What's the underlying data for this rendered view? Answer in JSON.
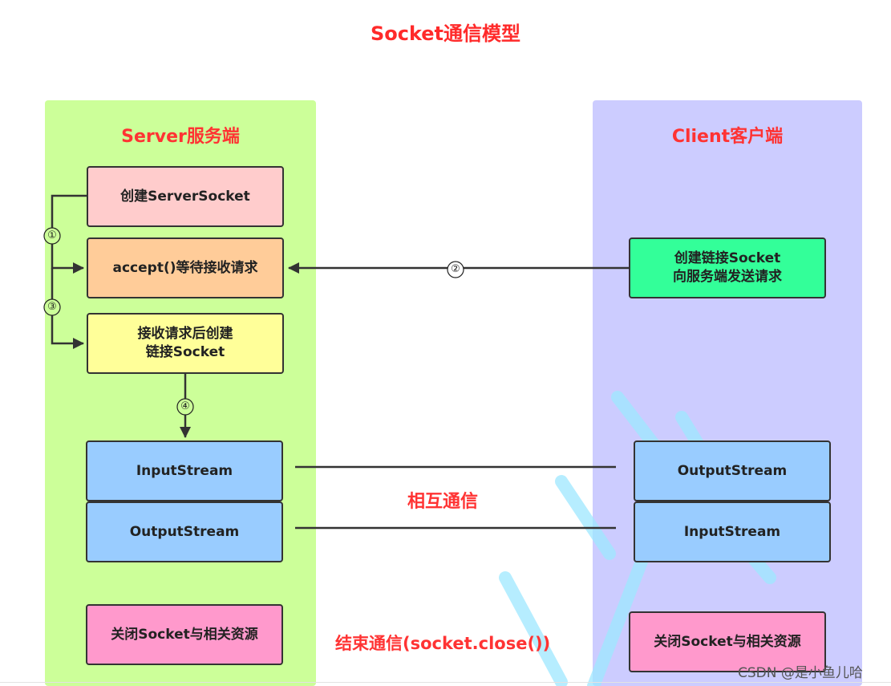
{
  "title": "Socket通信模型",
  "server": {
    "title": "Server服务端",
    "create_server_socket": "创建ServerSocket",
    "accept": "accept()等待接收请求",
    "create_link_socket": "接收请求后创建\n链接Socket",
    "input_stream": "InputStream",
    "output_stream": "OutputStream",
    "close": "关闭Socket与相关资源"
  },
  "client": {
    "title": "Client客户端",
    "create_link_socket": "创建链接Socket\n向服务端发送请求",
    "output_stream": "OutputStream",
    "input_stream": "InputStream",
    "close": "关闭Socket与相关资源"
  },
  "steps": {
    "step1": "①",
    "step2": "②",
    "step3": "③",
    "step4": "④"
  },
  "communication_label": "相互通信",
  "end_label": "结束通信(socket.close())",
  "watermark": "CSDN @是小鱼儿哈",
  "colors": {
    "title_red": "#ff2a2a",
    "server_panel": "#ccff99",
    "client_panel": "#ccccff",
    "box_pink": "#ffcccc",
    "box_orange": "#ffcc99",
    "box_yellow": "#ffff99",
    "box_blue": "#99ccff",
    "box_magenta": "#ff99cc",
    "box_green": "#33ff99",
    "line": "#333333"
  }
}
